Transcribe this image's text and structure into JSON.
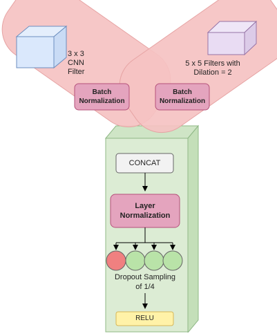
{
  "branches": {
    "left": {
      "filter_label": "3 x 3\nCNN\nFilter",
      "batch_norm_label": "Batch\nNormalization"
    },
    "right": {
      "filter_label": "5 x 5 Filters with\nDilation = 2",
      "batch_norm_label": "Batch\nNormalization"
    }
  },
  "trunk": {
    "concat_label": "CONCAT",
    "layer_norm_label": "Layer\nNormalization",
    "dropout": {
      "label": "Dropout Sampling\nof 1/4",
      "circles": [
        {
          "state": "dropped",
          "fill": "#f08080"
        },
        {
          "state": "kept",
          "fill": "#b9e3a8"
        },
        {
          "state": "kept",
          "fill": "#b9e3a8"
        },
        {
          "state": "kept",
          "fill": "#b9e3a8"
        }
      ]
    },
    "relu_label": "RELU"
  },
  "colors": {
    "band": "#f5c2c2",
    "band_stroke": "#e6a3a3",
    "trunk": "#dcecd4",
    "trunk_stroke": "#8fb886",
    "batch_norm": "#e4a4be",
    "layer_norm": "#e4a4be",
    "concat": "#f2f2f2",
    "relu": "#fff2a8",
    "left_cube": "#dae8fc",
    "right_cube": "#e9dcf3"
  }
}
